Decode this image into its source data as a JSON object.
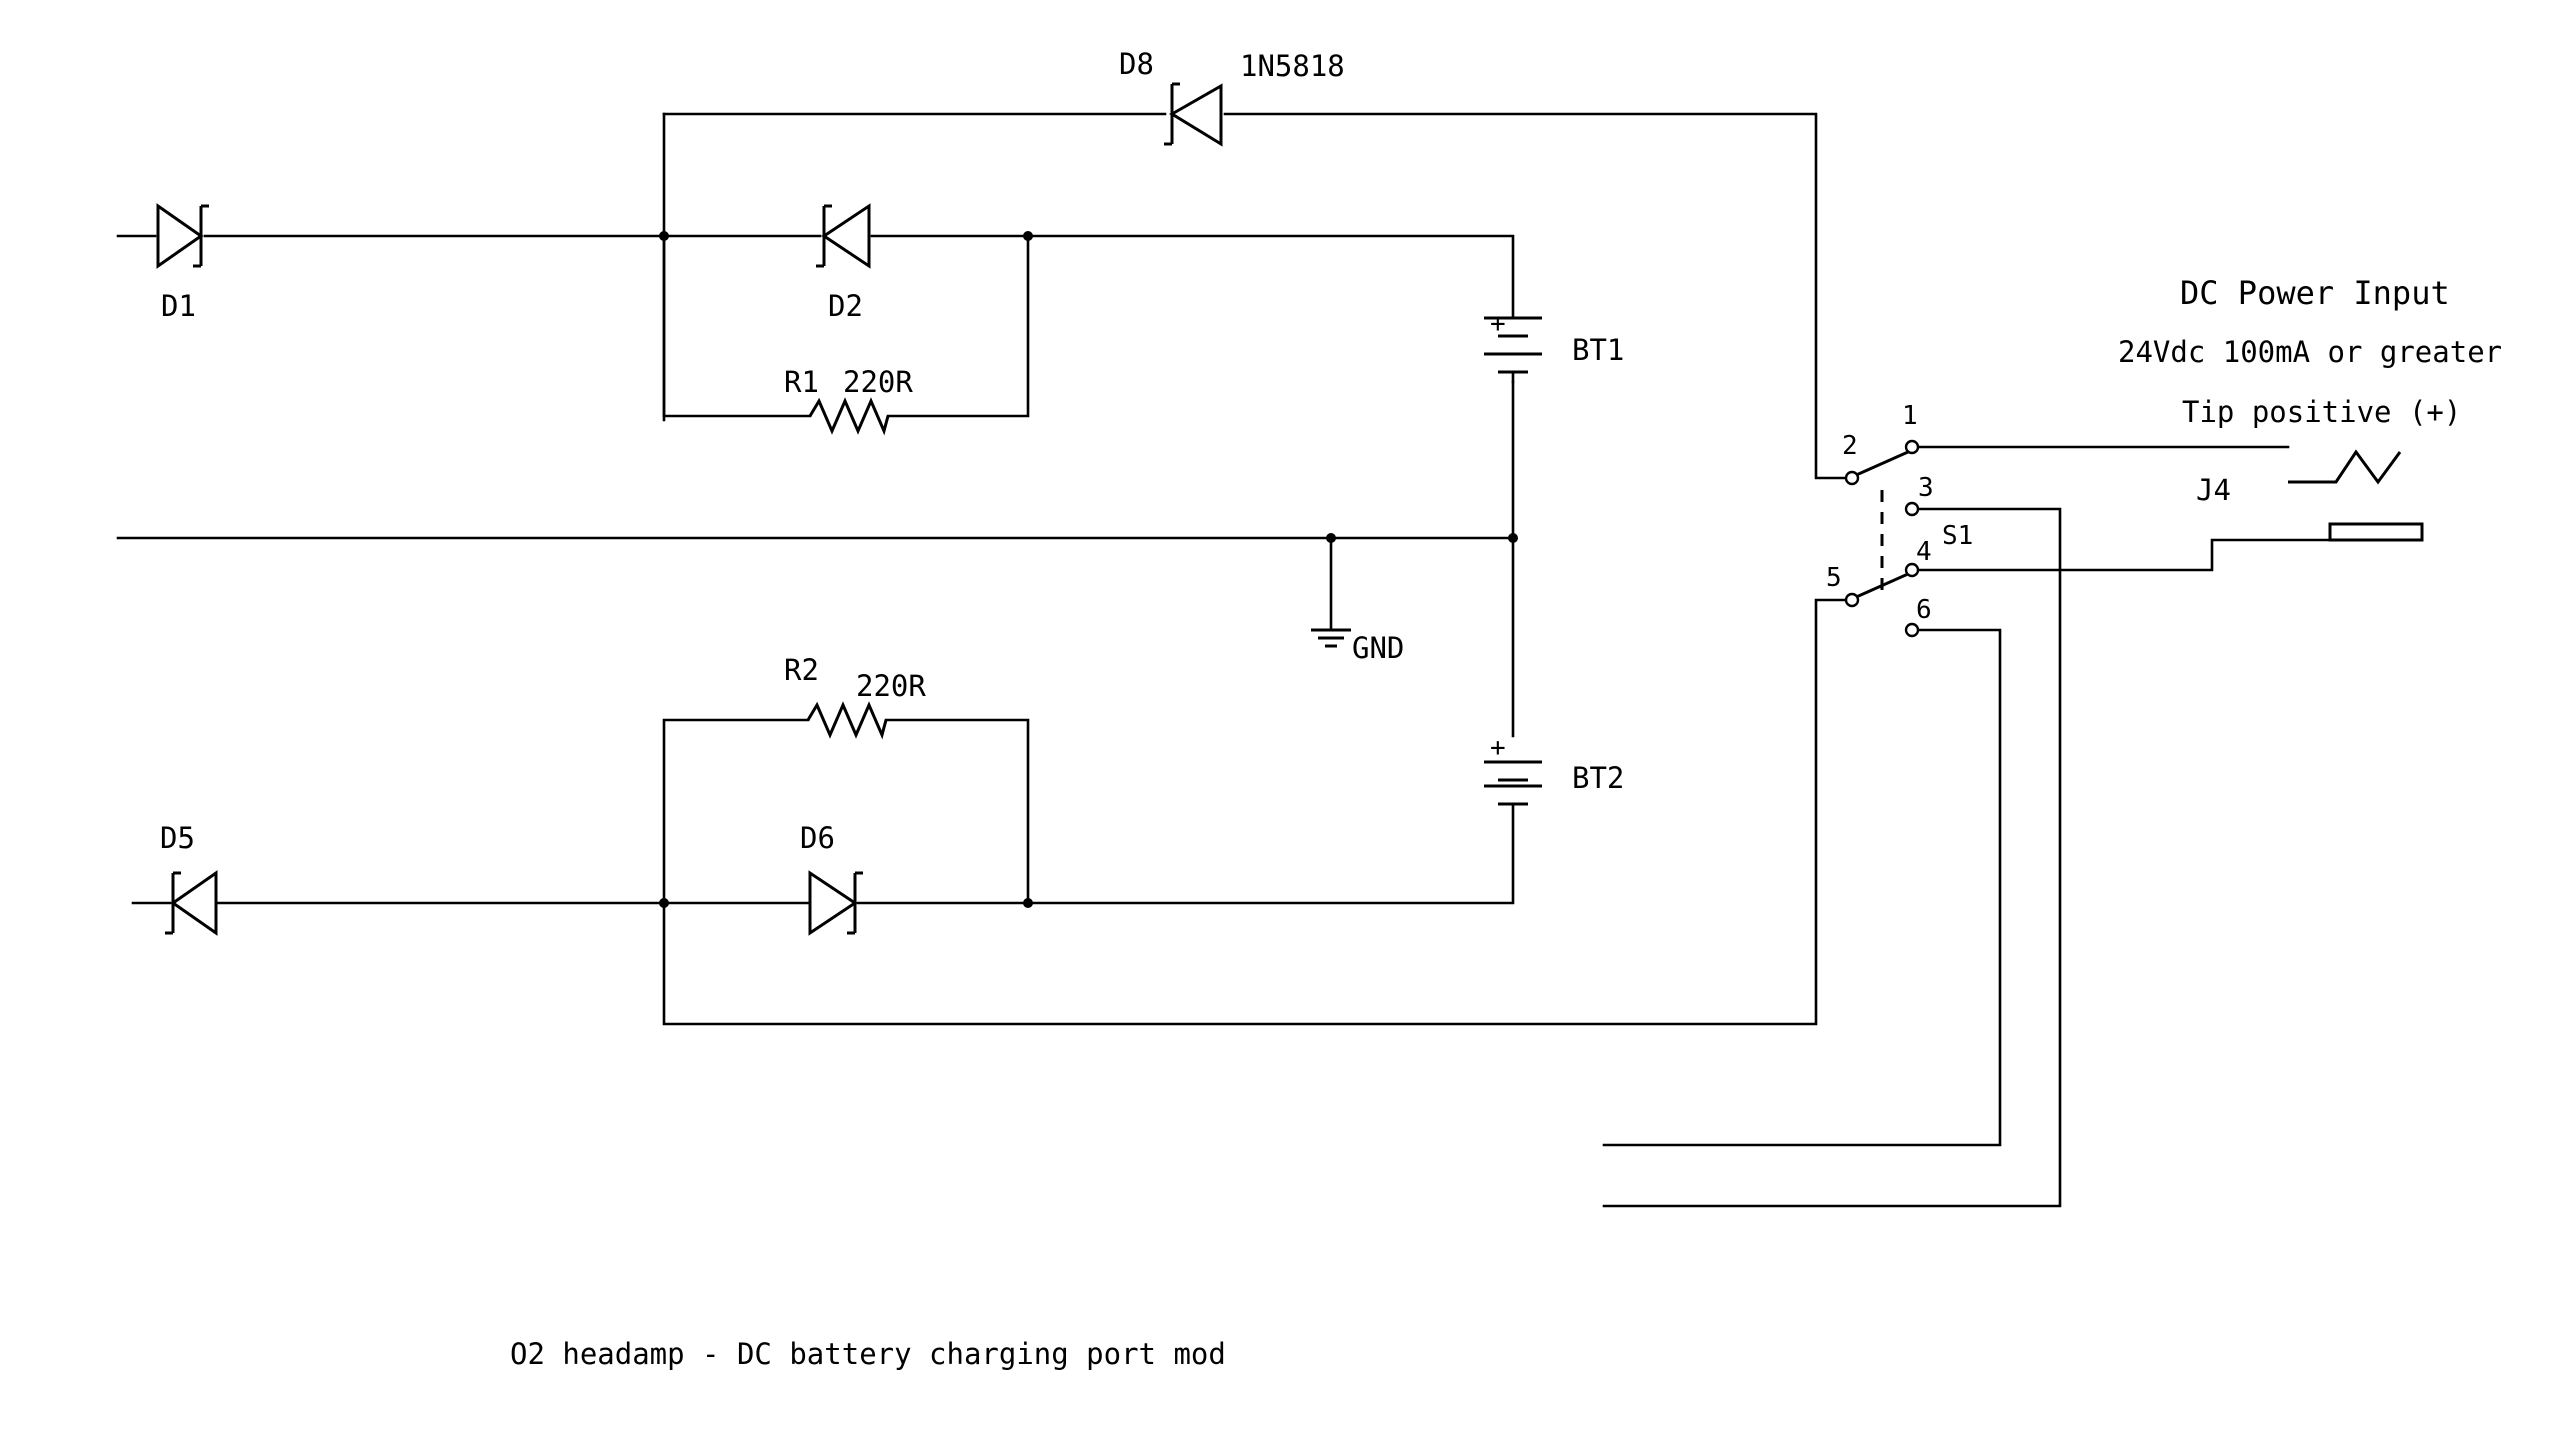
{
  "title": "O2 headamp - DC battery charging port mod",
  "power_input": {
    "heading": "DC Power Input",
    "rating": "24Vdc 100mA or greater",
    "polarity": "Tip positive (+)"
  },
  "components": {
    "d1": "D1",
    "d2": "D2",
    "d5": "D5",
    "d6": "D6",
    "d8": "D8",
    "d8_part": "1N5818",
    "r1": "R1",
    "r1_value": "220R",
    "r2": "R2",
    "r2_value": "220R",
    "bt1": "BT1",
    "bt2": "BT2",
    "gnd": "GND",
    "s1": "S1",
    "j4": "J4",
    "plus": "+"
  },
  "switch_pins": {
    "p1": "1",
    "p2": "2",
    "p3": "3",
    "p4": "4",
    "p5": "5",
    "p6": "6"
  }
}
